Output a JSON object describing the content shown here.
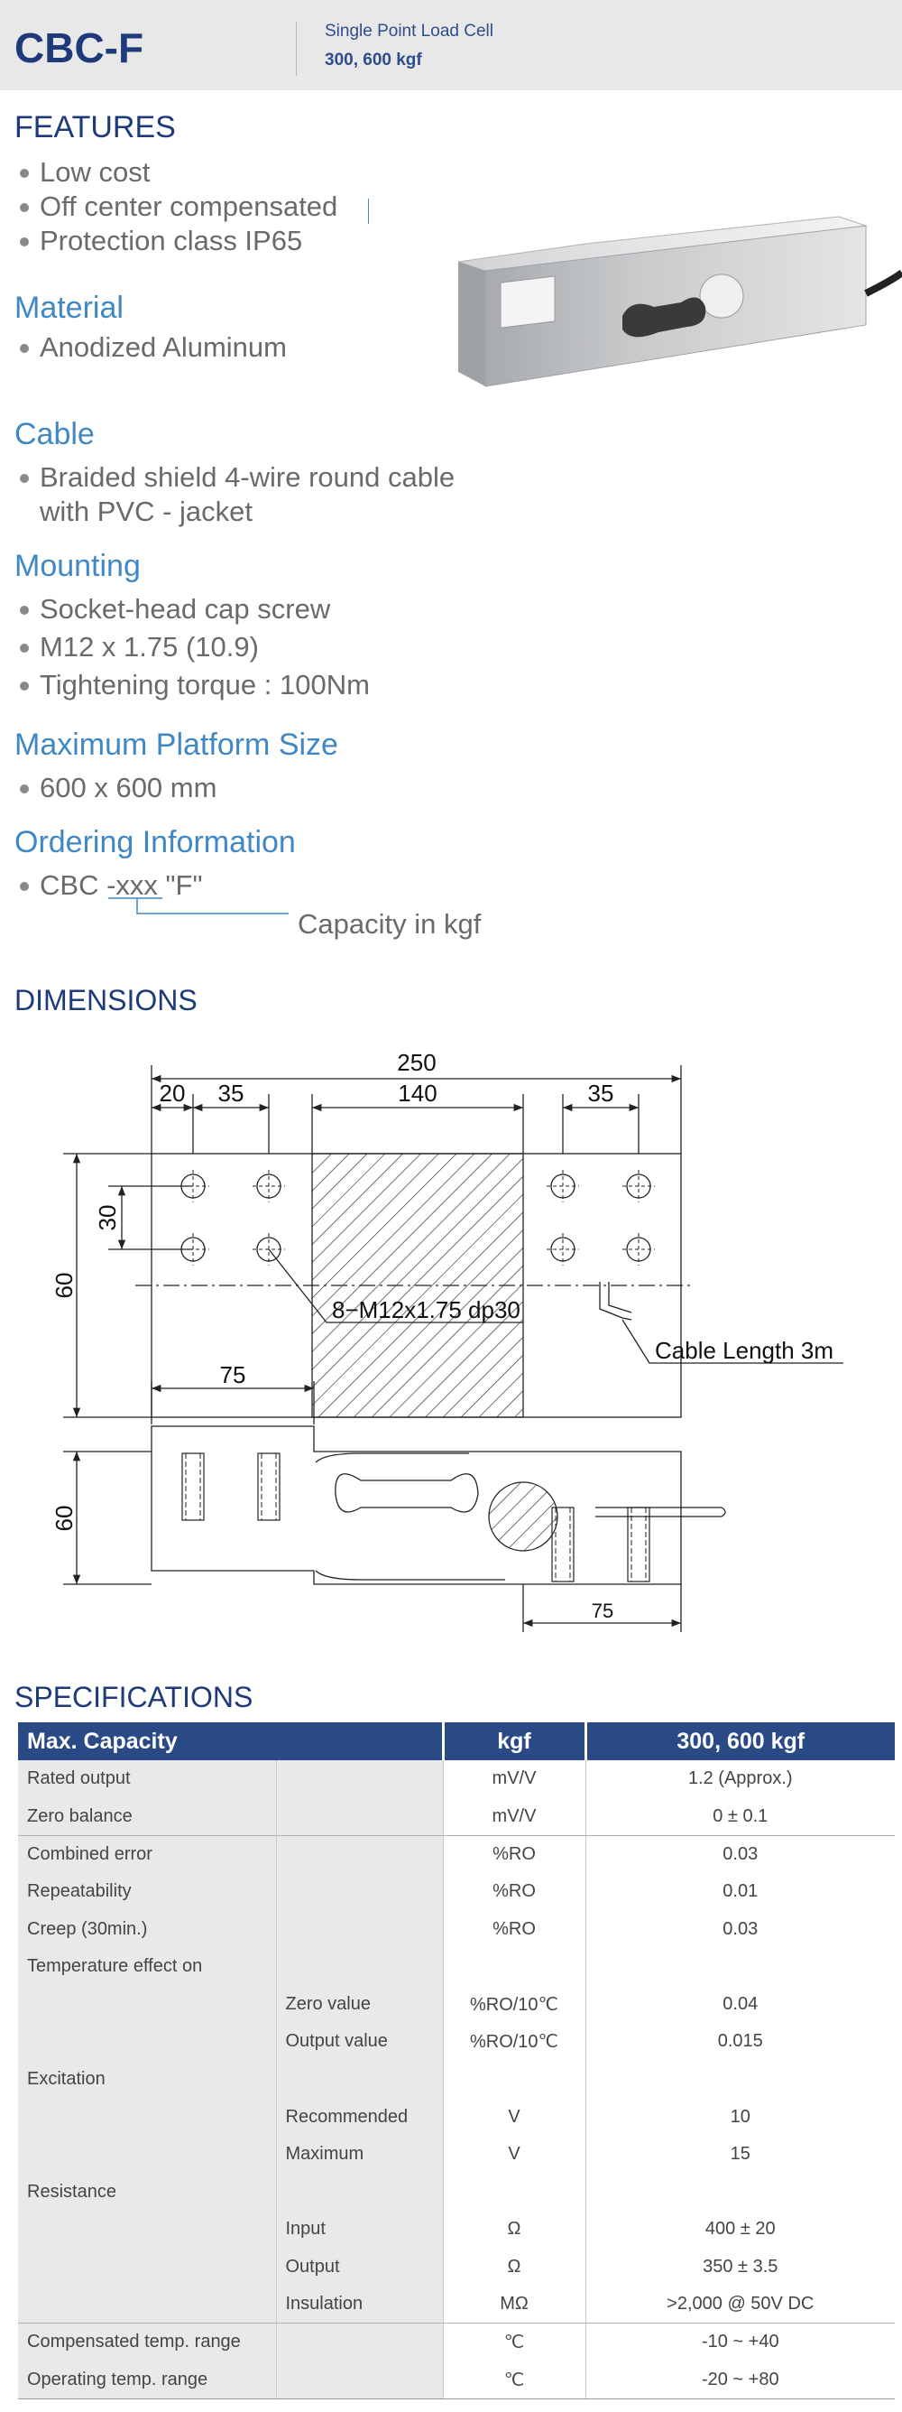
{
  "header": {
    "model": "CBC-F",
    "subtitle": "Single Point Load Cell",
    "capacity": "300, 600 kgf"
  },
  "features": {
    "title": "FEATURES",
    "items": [
      "Low cost",
      "Off center compensated",
      "Protection class IP65"
    ]
  },
  "material": {
    "title": "Material",
    "items": [
      "Anodized Aluminum"
    ]
  },
  "cable": {
    "title": "Cable",
    "line1": "Braided shield 4-wire round cable",
    "line2": "with PVC - jacket"
  },
  "mounting": {
    "title": "Mounting",
    "items": [
      "Socket-head cap screw",
      "M12 x 1.75 (10.9)",
      "Tightening torque : 100Nm"
    ]
  },
  "platform": {
    "title": "Maximum Platform Size",
    "items": [
      "600 x 600 mm"
    ]
  },
  "ordering": {
    "title": "Ordering Information",
    "code": "CBC -xxx \"F\"",
    "note": "Capacity in kgf"
  },
  "dimensions": {
    "title": "DIMENSIONS",
    "d250": "250",
    "d20": "20",
    "d35a": "35",
    "d140": "140",
    "d35b": "35",
    "d60a": "60",
    "d30": "30",
    "screw": "8−M12x1.75 dp30",
    "cable": "Cable Length 3m",
    "d75a": "75",
    "d60b": "60",
    "d75b": "75"
  },
  "specifications": {
    "title": "SPECIFICATIONS",
    "header": [
      "Max. Capacity",
      "kgf",
      "300, 600 kgf"
    ],
    "rows": [
      {
        "a": "Rated output",
        "b": "",
        "u": "mV/V",
        "v": "1.2 (Approx.)"
      },
      {
        "a": "Zero balance",
        "b": "",
        "u": "mV/V",
        "v": "0 ± 0.1"
      },
      {
        "a": "Combined error",
        "b": "",
        "u": "%RO",
        "v": "0.03"
      },
      {
        "a": "Repeatability",
        "b": "",
        "u": "%RO",
        "v": "0.01"
      },
      {
        "a": "Creep (30min.)",
        "b": "",
        "u": "%RO",
        "v": "0.03"
      },
      {
        "a": "Temperature effect on",
        "b": "",
        "u": "",
        "v": ""
      },
      {
        "a": "",
        "b": "Zero value",
        "u": "%RO/10℃",
        "v": "0.04"
      },
      {
        "a": "",
        "b": "Output  value",
        "u": "%RO/10℃",
        "v": "0.015"
      },
      {
        "a": "Excitation",
        "b": "",
        "u": "",
        "v": ""
      },
      {
        "a": "",
        "b": "Recommended",
        "u": "V",
        "v": "10"
      },
      {
        "a": "",
        "b": "Maximum",
        "u": "V",
        "v": "15"
      },
      {
        "a": "Resistance",
        "b": "",
        "u": "",
        "v": ""
      },
      {
        "a": "",
        "b": "Input",
        "u": "Ω",
        "v": "400 ± 20"
      },
      {
        "a": "",
        "b": "Output",
        "u": "Ω",
        "v": "350 ± 3.5"
      },
      {
        "a": "",
        "b": "Insulation",
        "u": "MΩ",
        "v": ">2,000 @ 50V DC"
      },
      {
        "a": "Compensated temp. range",
        "b": "",
        "u": "℃",
        "v": "-10 ~ +40"
      },
      {
        "a": "Operating temp. range",
        "b": "",
        "u": "℃",
        "v": "-20 ~ +80"
      }
    ]
  }
}
